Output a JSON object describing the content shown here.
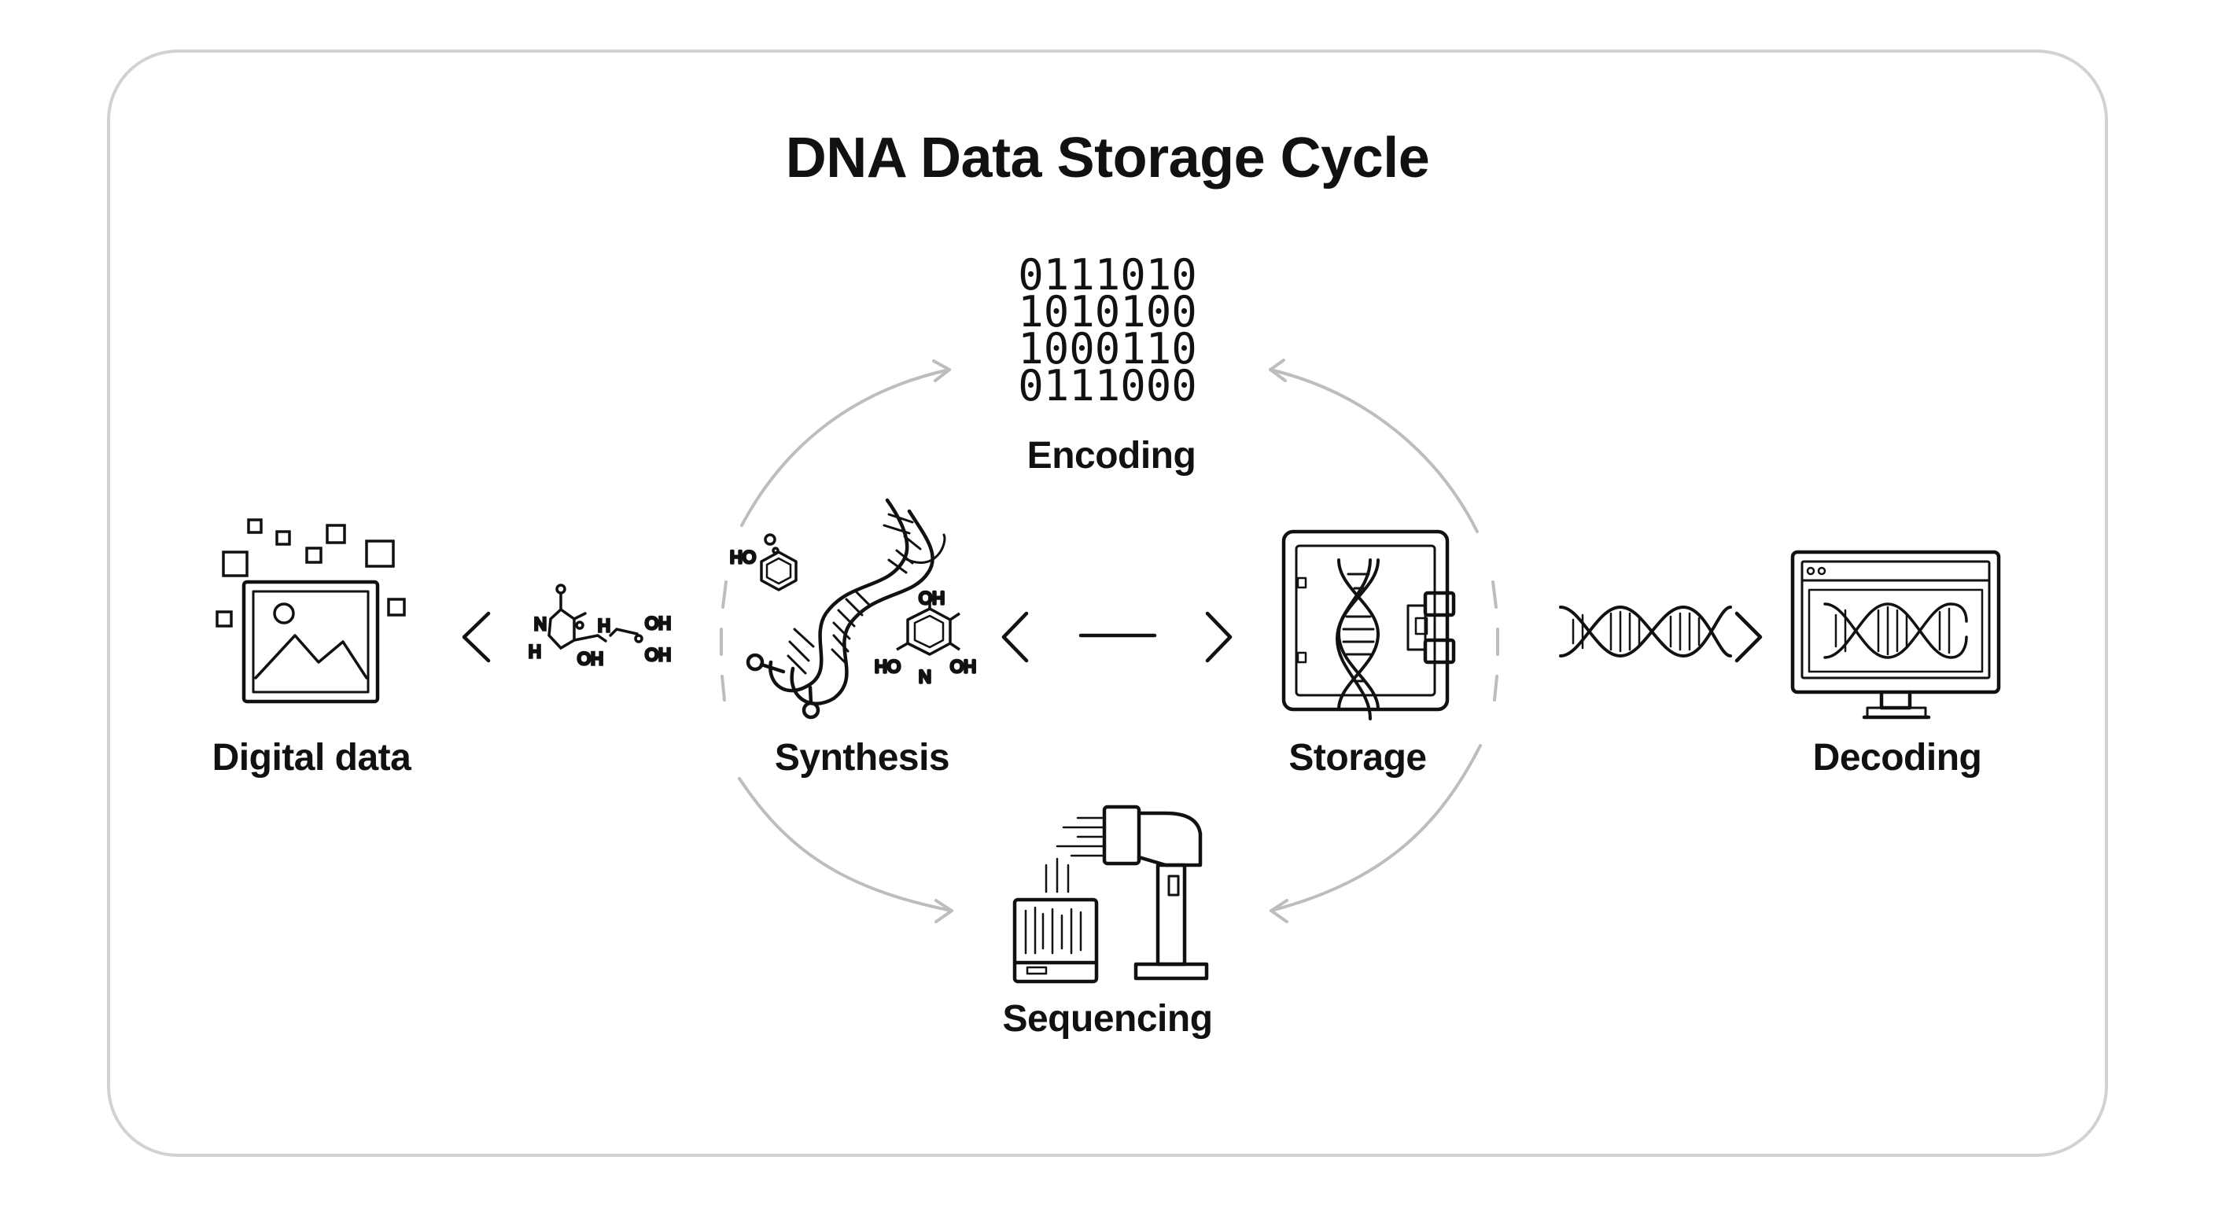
{
  "title": "DNA Data Storage Cycle",
  "steps": {
    "digital_data": "Digital data",
    "synthesis": "Synthesis",
    "encoding": "Encoding",
    "storage": "Storage",
    "decoding": "Decoding",
    "sequencing": "Sequencing"
  },
  "binary": [
    "0111010",
    "1010100",
    "1000110",
    "0111000"
  ],
  "chem_labels": {
    "n": "N",
    "h": "H",
    "o": "O",
    "oh": "OH",
    "ho": "HO"
  },
  "colors": {
    "ink": "#111111",
    "cycle_arrow": "#bdbdbd",
    "frame_border": "#d2d2d2",
    "background": "#ffffff"
  }
}
